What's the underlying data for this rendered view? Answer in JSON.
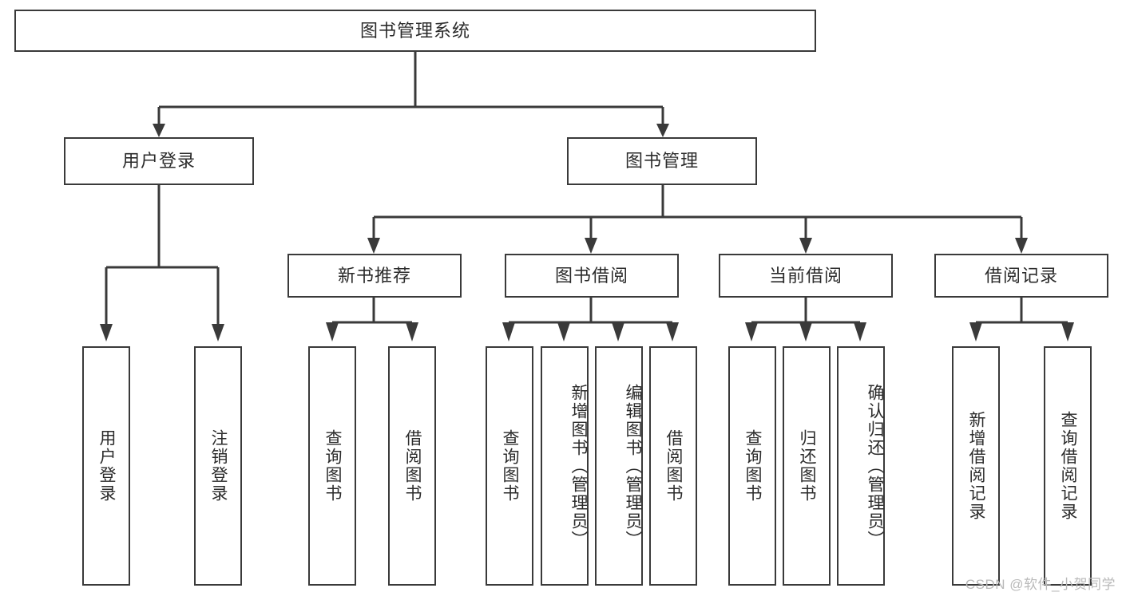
{
  "diagram": {
    "type": "tree",
    "title": "图书管理系统",
    "watermark": "CSDN @软件_小贺同学",
    "colors": {
      "stroke": "#3a3a3a",
      "text": "#2b2b2b",
      "background": "#ffffff",
      "watermark": "#b9b9b9"
    },
    "root": {
      "label": "图书管理系统"
    },
    "level1": [
      {
        "id": "user-login",
        "label": "用户登录"
      },
      {
        "id": "book-manage",
        "label": "图书管理"
      }
    ],
    "level2": [
      {
        "id": "new-book-recommend",
        "label": "新书推荐"
      },
      {
        "id": "book-borrow",
        "label": "图书借阅"
      },
      {
        "id": "current-borrow",
        "label": "当前借阅"
      },
      {
        "id": "borrow-record",
        "label": "借阅记录"
      }
    ],
    "leaves": {
      "user_login": [
        {
          "id": "leaf-user-login",
          "label": "用户登录"
        },
        {
          "id": "leaf-logout-login",
          "label": "注销登录"
        }
      ],
      "new_book_recommend": [
        {
          "id": "leaf-query-book-1",
          "label": "查询图书"
        },
        {
          "id": "leaf-borrow-book-1",
          "label": "借阅图书"
        }
      ],
      "book_borrow": [
        {
          "id": "leaf-query-book-2",
          "label": "查询图书"
        },
        {
          "id": "leaf-add-book",
          "label": "新增图书（管理员）"
        },
        {
          "id": "leaf-edit-book",
          "label": "编辑图书（管理员）"
        },
        {
          "id": "leaf-borrow-book-2",
          "label": "借阅图书"
        }
      ],
      "current_borrow": [
        {
          "id": "leaf-query-book-3",
          "label": "查询图书"
        },
        {
          "id": "leaf-return-book",
          "label": "归还图书"
        },
        {
          "id": "leaf-confirm-return",
          "label": "确认归还（管理员）"
        }
      ],
      "borrow_record": [
        {
          "id": "leaf-add-record",
          "label": "新增借阅记录"
        },
        {
          "id": "leaf-query-record",
          "label": "查询借阅记录"
        }
      ]
    }
  }
}
